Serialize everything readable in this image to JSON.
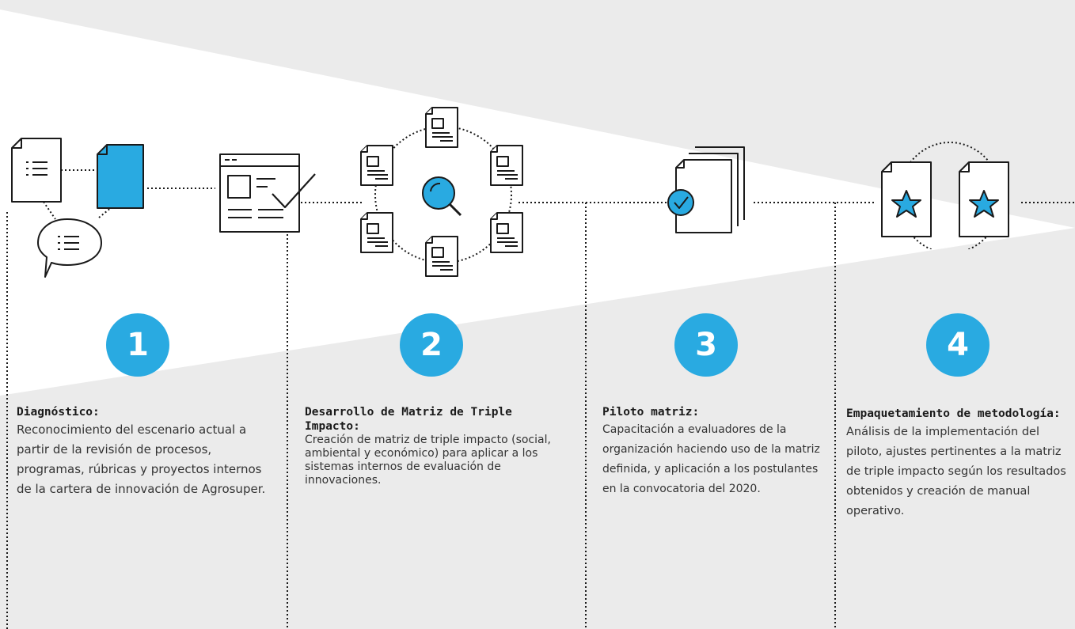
{
  "colors": {
    "accent": "#29aae1",
    "background": "#ebebeb",
    "wedge": "#ffffff",
    "ink": "#1a1a1a"
  },
  "steps": [
    {
      "number": "1",
      "title": "Diagnóstico:",
      "description": "Reconocimiento del escenario actual a partir de la revisión de procesos, programas, rúbricas y proyectos internos de la cartera de innovación de Agrosuper.",
      "icon": "documents-speech-bubble-icon"
    },
    {
      "number": "2",
      "title": "Desarrollo de Matriz de Triple Impacto:",
      "description": "Creación de matriz de triple impacto (social, ambiental y económico) para aplicar a los sistemas internos de evaluación de innovaciones.",
      "icon": "document-network-magnifier-icon"
    },
    {
      "number": "3",
      "title": "Piloto matriz:",
      "description": "Capacitación a evaluadores de la organización haciendo uso de la matriz definida, y aplicación a los postulantes en la convocatoria del 2020.",
      "icon": "document-stack-check-icon"
    },
    {
      "number": "4",
      "title": "Empaquetamiento de metodología:",
      "description": "Análisis de la implementación del piloto, ajustes pertinentes a la matriz de triple impacto según los resultados obtenidos y creación de manual operativo.",
      "icon": "star-documents-icon"
    }
  ]
}
